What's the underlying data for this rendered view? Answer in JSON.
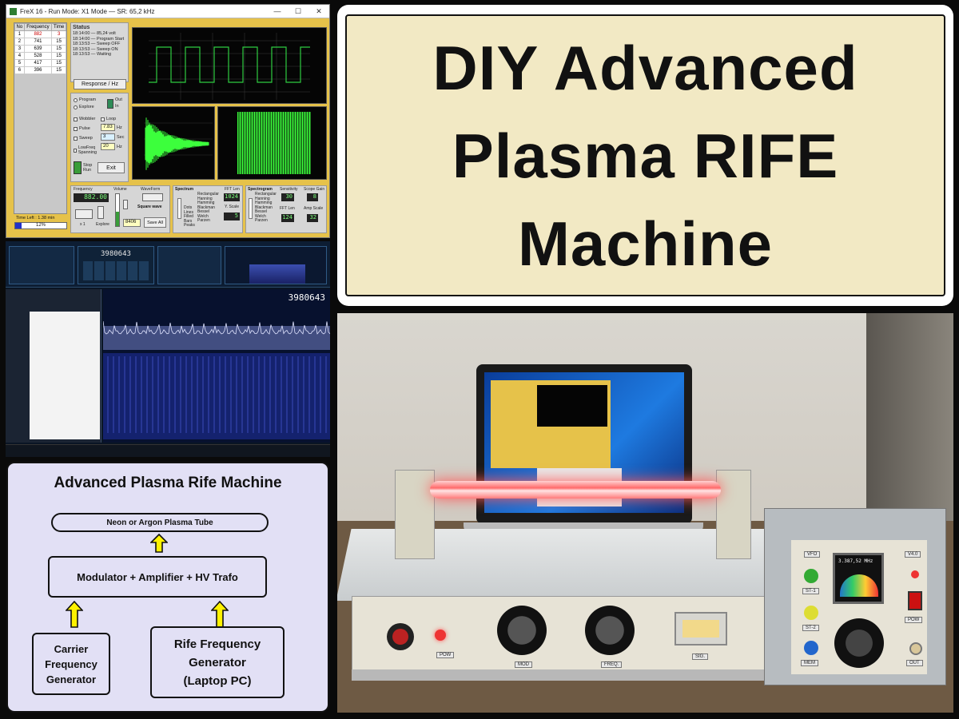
{
  "software": {
    "title_bar": "FreX 16 - Run Mode: X1 Mode — SR: 65,2 kHz",
    "table": {
      "headers": [
        "No",
        "Frequency",
        "Time"
      ],
      "rows": [
        [
          "1",
          "882",
          "3"
        ],
        [
          "2",
          "741",
          "15"
        ],
        [
          "3",
          "639",
          "15"
        ],
        [
          "4",
          "528",
          "15"
        ],
        [
          "5",
          "417",
          "15"
        ],
        [
          "6",
          "396",
          "15"
        ]
      ]
    },
    "time_left": "Time Left : 1.38 min",
    "progress_label": "12%",
    "progress": 0.12,
    "status": {
      "heading": "Status",
      "lines": [
        "18:14:00 — 85,24 volt",
        "18:14:00 — Program Start",
        "18:13:53 — Sweep OFF",
        "18:13:53 — Sweep ON",
        "18:13:53 — Waiting"
      ]
    },
    "response_button": "Response / Hz",
    "mode_options": [
      "Program",
      "Explore"
    ],
    "out_labels": [
      "Out",
      "In"
    ],
    "checkboxes": [
      "Wobbler",
      "Pulse",
      "Sweep",
      "LowFreq Spanning"
    ],
    "loop_label": "Loop",
    "inputs": {
      "pulse_value": "7.83",
      "sweep_value": "3",
      "lowfreq_value": "20"
    },
    "units": {
      "hz": "Hz",
      "sec": "Sec"
    },
    "stop_run": "Stop Run",
    "exit_button": "Exit",
    "freq_section": {
      "frequency_label": "Frequency",
      "volume_label": "Volume",
      "waveform_label": "WaveForm",
      "freq_value": "882.00",
      "x_label": "x 1",
      "explore_label": "Explore",
      "square_wave": "Square wave",
      "waveform_value": "8406",
      "save_all": "Save All"
    },
    "spectrum": {
      "label": "Spectrum",
      "options": [
        "Dots",
        "Lines",
        "Filled",
        "Bars",
        "Peaks"
      ],
      "windows": [
        "Rectangular",
        "Hanning",
        "Hamming",
        "Blackman",
        "Bessel",
        "Welch",
        "Parzen"
      ],
      "fft_len_label": "FFT Len",
      "fft_len_value": "1024",
      "yscale_label": "Y. Scale",
      "yscale_value": "5"
    },
    "spectrogram": {
      "label": "Spectrogram",
      "windows": [
        "Rectangular",
        "Hanning",
        "Hamming",
        "Blackman",
        "Bessel",
        "Welch",
        "Parzen"
      ],
      "sensitivity_label": "Sensitivity",
      "sensitivity_value": "30",
      "fft_len_label": "FFT Len",
      "fft_len_value": "124",
      "scope_gain_label": "Scope Gain",
      "scope_gain_value": "8",
      "amp_scale_label": "Amp Scale",
      "amp_scale_value": "32"
    }
  },
  "sdr": {
    "freq_display": "3980643"
  },
  "diagram": {
    "title": "Advanced Plasma Rife Machine",
    "tube": "Neon or Argon Plasma Tube",
    "modulator": "Modulator + Amplifier + HV Trafo",
    "carrier": [
      "Carrier",
      "Frequency",
      "Generator"
    ],
    "rife": [
      "Rife Frequency",
      "Generator",
      "(Laptop PC)"
    ],
    "colors": {
      "tube": "#f0525c",
      "modulator": "#f6eec2",
      "carrier": "#a8dcec",
      "rife": "#cfcfcf",
      "arrow": "#fff200"
    }
  },
  "title_card": {
    "lines": [
      "DIY Advanced",
      "Plasma RIFE",
      "Machine"
    ]
  },
  "photo": {
    "labels": {
      "pow": "POW",
      "mod": "MOD",
      "freq": "FREQ.",
      "sig": "SIG.",
      "vfo": "VFO",
      "v": "V4.0",
      "pow2": "POW",
      "out": "OUT",
      "st1": "ST-1",
      "st2": "ST-2",
      "mem": "MEM"
    },
    "display_freq": "3.387,52 MHz"
  }
}
